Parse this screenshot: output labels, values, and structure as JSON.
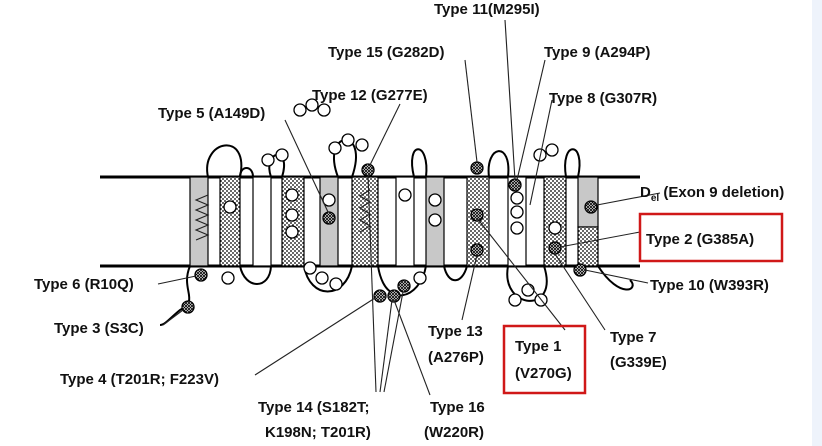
{
  "labels": {
    "type11": "Type 11(M295I)",
    "type15": "Type 15 (G282D)",
    "type9": "Type 9 (A294P)",
    "type12": "Type 12 (G277E)",
    "type8": "Type 8 (G307R)",
    "type5": "Type 5 (A149D)",
    "del_main": "D",
    "del_sub": "el",
    "del_rest": " (Exon 9 deletion)",
    "type2": "Type 2 (G385A)",
    "type6": "Type 6 (R10Q)",
    "type10": "Type 10 (W393R)",
    "type3": "Type 3 (S3C)",
    "type13_a": "Type 13",
    "type13_b": "(A276P)",
    "type1_a": "Type 1",
    "type1_b": "(V270G)",
    "type7_a": "Type 7",
    "type7_b": "(G339E)",
    "type4": "Type 4 (T201R; F223V)",
    "type14_a": "Type 14 (S182T;",
    "type14_b": "K198N; T201R)",
    "type16_a": "Type 16",
    "type16_b": "(W220R)"
  },
  "colors": {
    "highlight_box": "#d01818",
    "membrane": "#000000"
  }
}
